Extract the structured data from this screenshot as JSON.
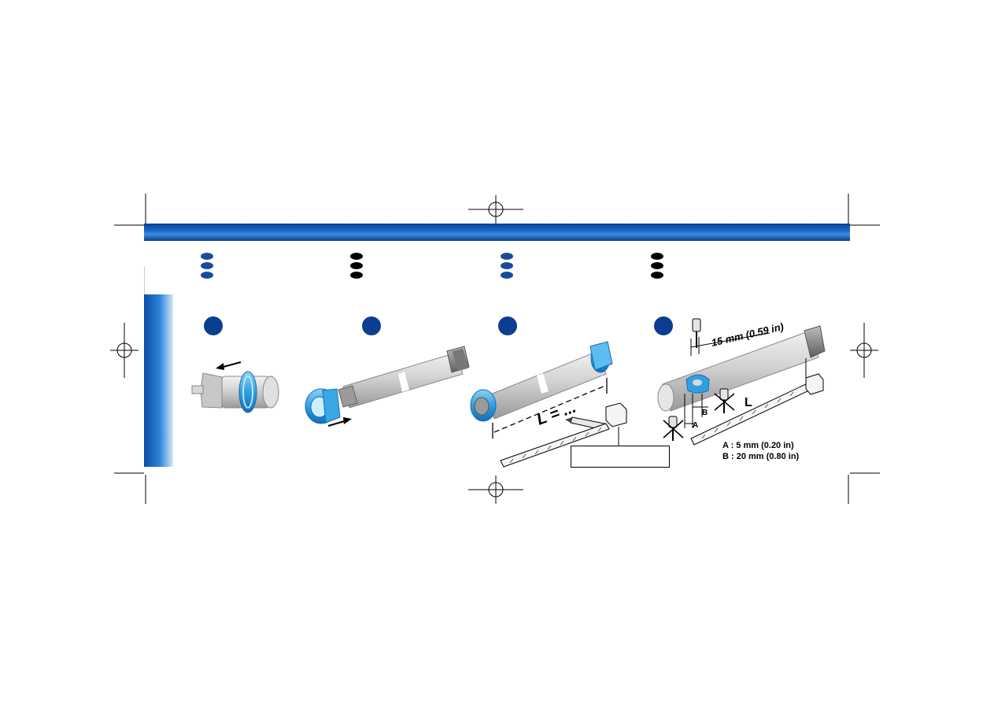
{
  "diagram": {
    "dimension_label": "15 mm (0.59 in)",
    "length_formula": "L = ...",
    "length_label": "L",
    "label_a": "A",
    "label_b": "B",
    "spec_a": "A : 5 mm (0.20 in)",
    "spec_b": "B : 20 mm (0.80 in)"
  },
  "colors": {
    "brand_blue": "#0b3d91",
    "accent_blue": "#2f86d8",
    "black": "#000000"
  }
}
